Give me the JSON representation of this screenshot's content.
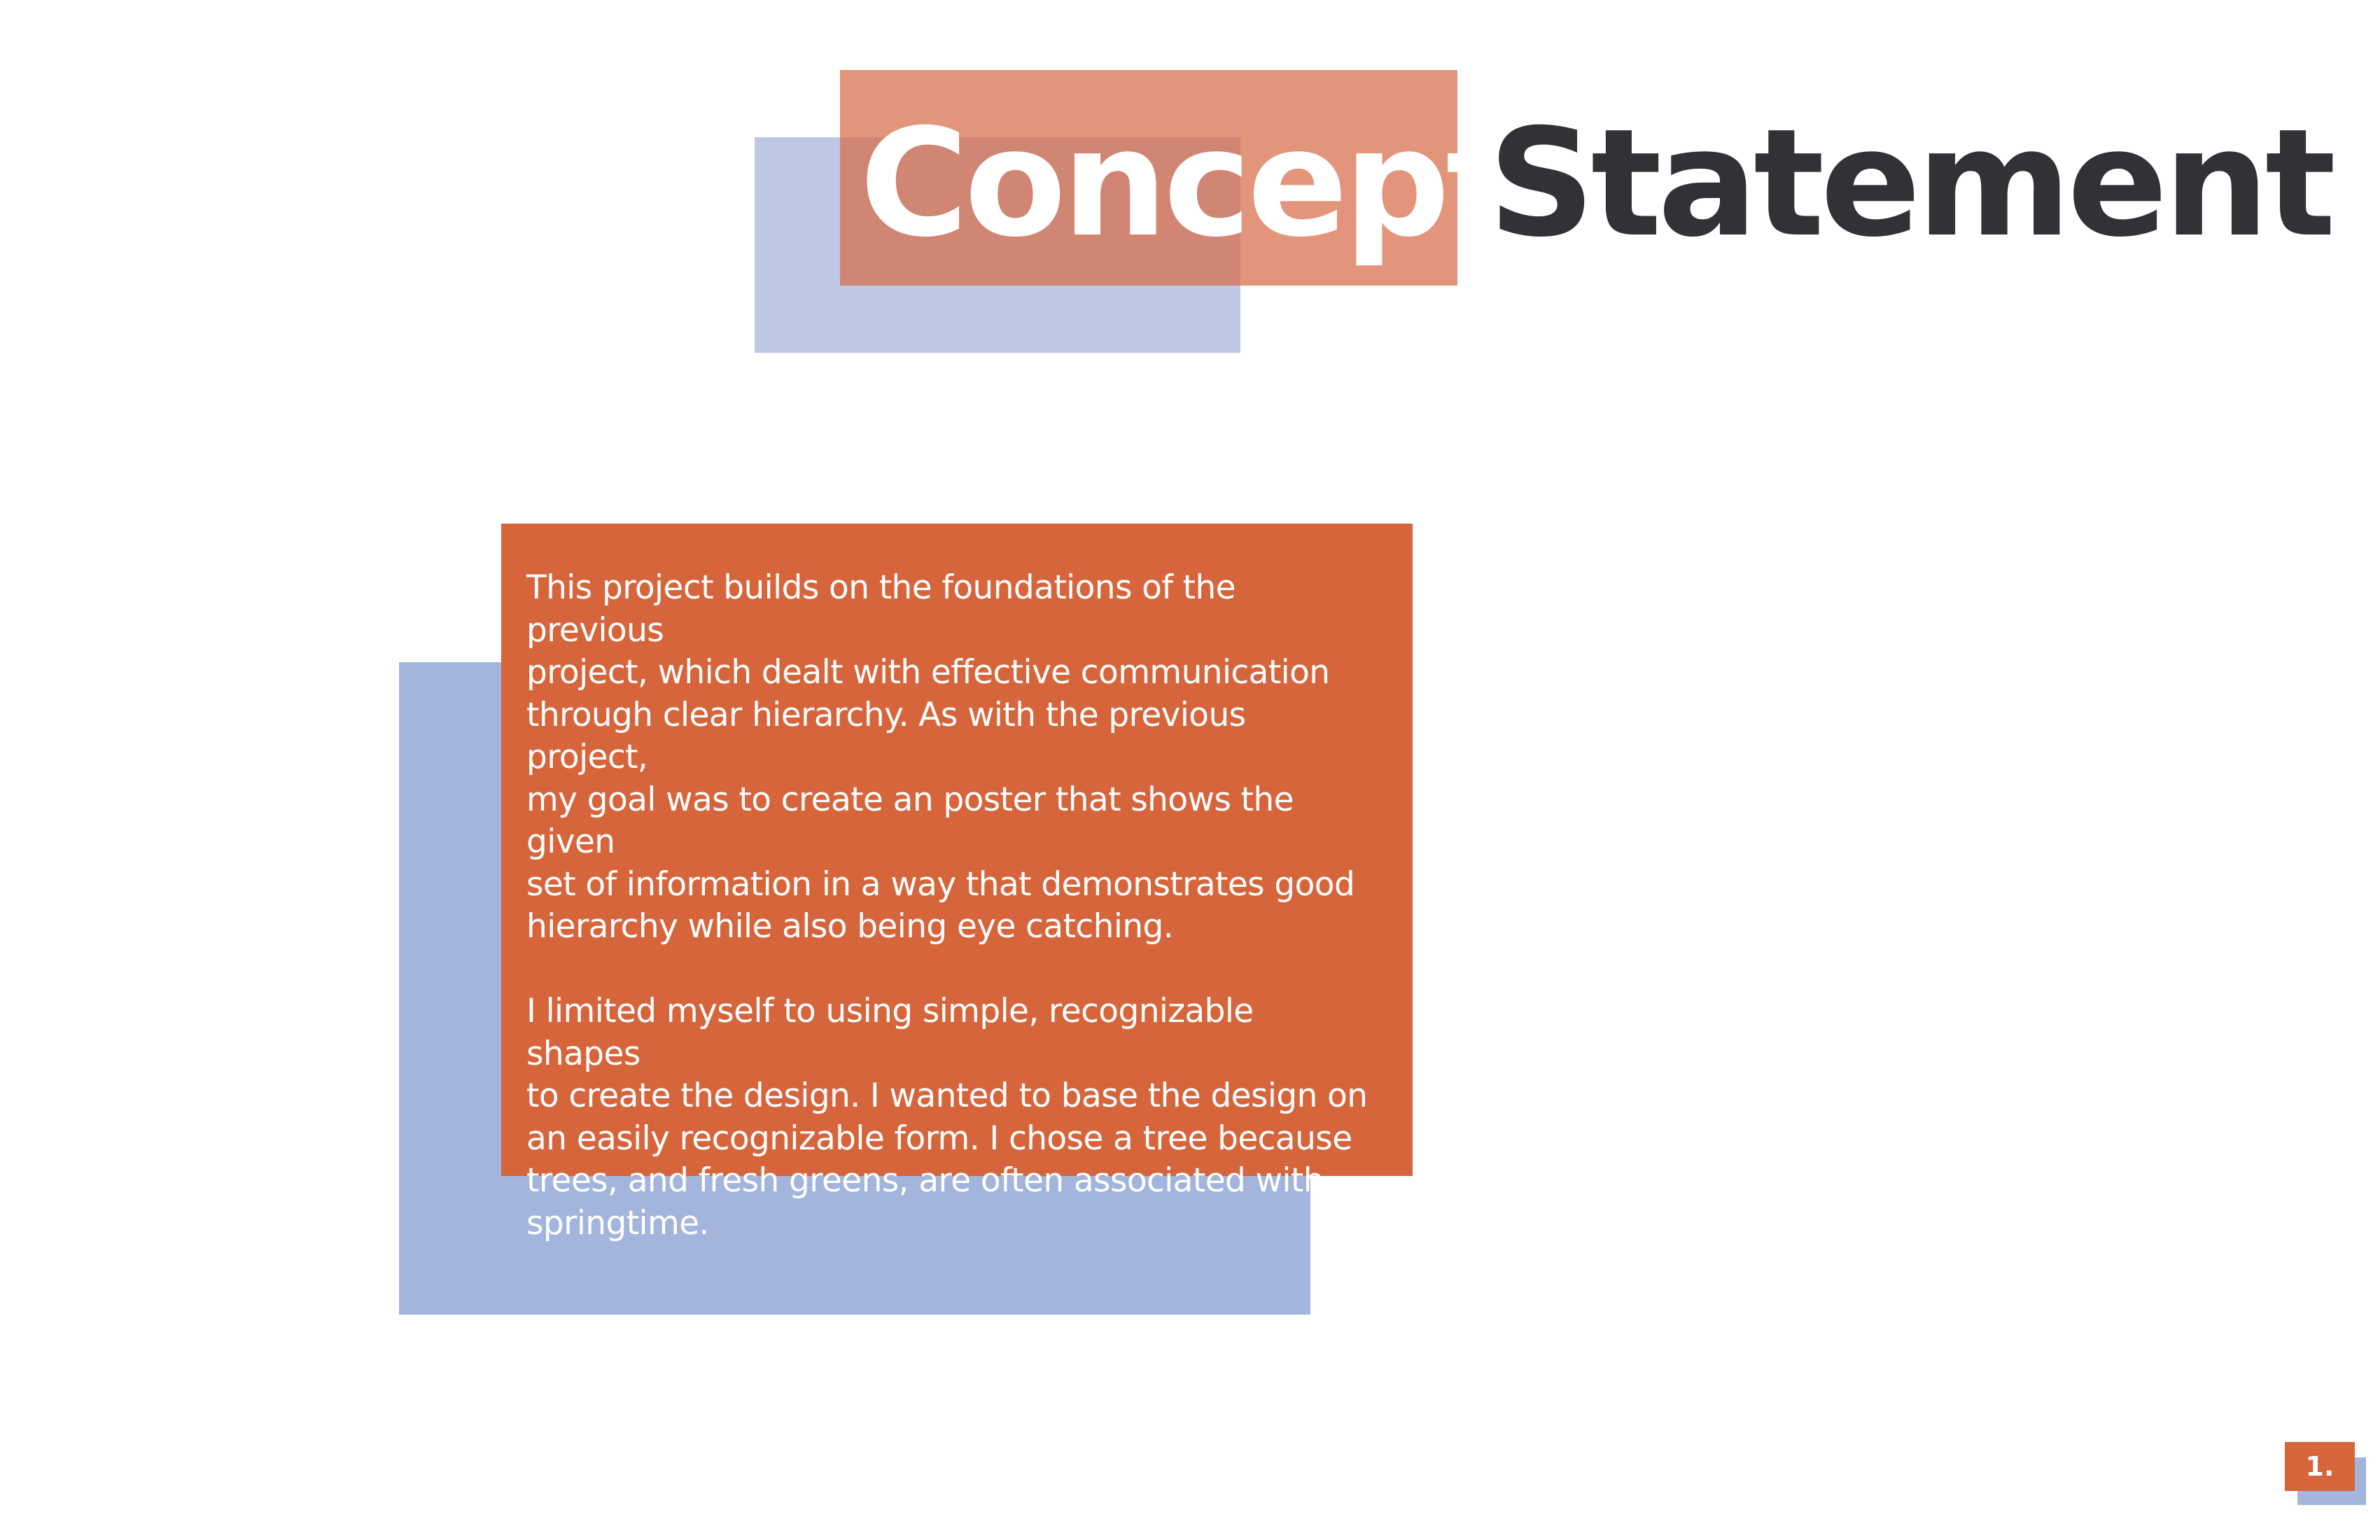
{
  "title": {
    "word_1": "Concept",
    "word_2": "Statement"
  },
  "body": {
    "paragraph_1": "This project builds on the foundations of the previous\nproject, which dealt with effective communication\nthrough clear hierarchy. As with the previous project,\nmy goal was to create an poster that shows the given\nset of information in a way that demonstrates good\nhierarchy while also being eye catching.",
    "paragraph_2": "I limited myself to using simple, recognizable shapes\nto create the design. I wanted to base the design on\nan easily recognizable form. I chose a tree because\ntrees, and fresh greens, are often associated with\nspringtime."
  },
  "page_number": "1.",
  "colors": {
    "accent_orange": "#d6653c",
    "accent_blue": "#a3b5dd",
    "title_dark": "#333135"
  }
}
